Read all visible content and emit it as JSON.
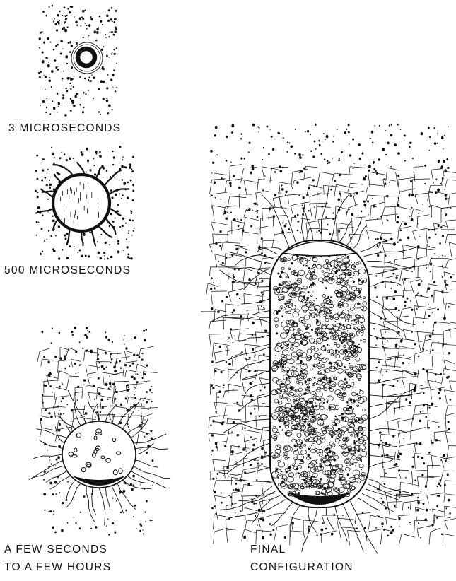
{
  "captions": {
    "stage1": "3 MICROSECONDS",
    "stage2": "500 MICROSECONDS",
    "stage3_line1": "A FEW SECONDS",
    "stage3_line2": "TO A FEW HOURS",
    "stage4_line1": "FINAL",
    "stage4_line2": "CONFIGURATION"
  },
  "colors": {
    "ink": "#111111",
    "paper": "#ffffff"
  }
}
